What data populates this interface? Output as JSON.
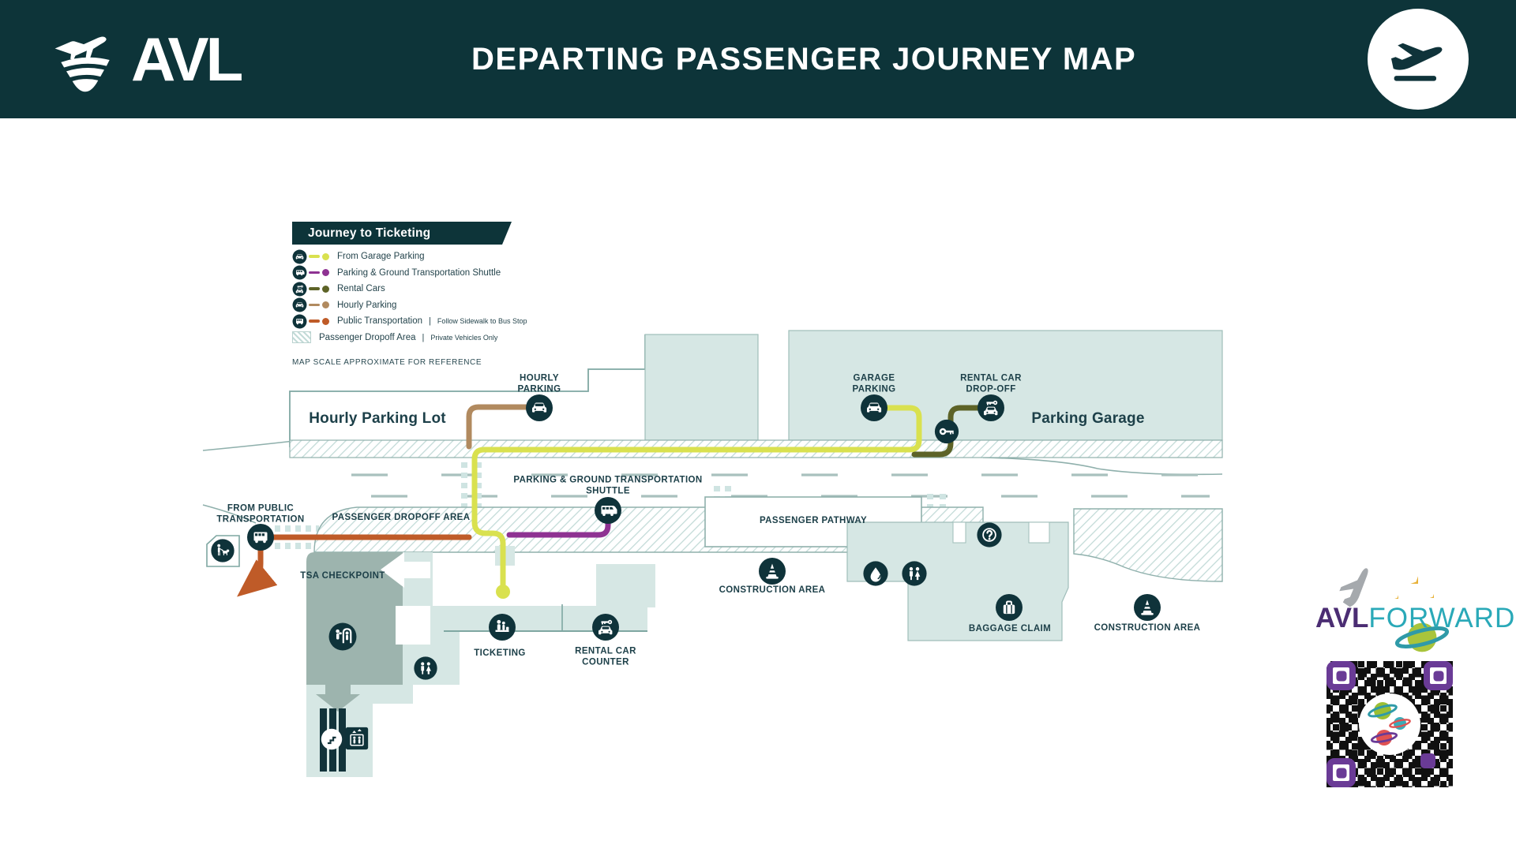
{
  "header": {
    "logo_text": "AVL",
    "title": "DEPARTING PASSENGER JOURNEY MAP"
  },
  "legend": {
    "title": "Journey to Ticketing",
    "items": [
      {
        "label": "From Garage Parking",
        "color": "#d9e14f",
        "icon": "car-icon"
      },
      {
        "label": "Parking & Ground Transportation Shuttle",
        "color": "#8e3292",
        "icon": "shuttle-icon"
      },
      {
        "label": "Rental Cars",
        "color": "#5d6327",
        "icon": "car-key-icon"
      },
      {
        "label": "Hourly Parking",
        "color": "#b18a5f",
        "icon": "car-icon"
      },
      {
        "label": "Public Transportation",
        "sub": "Follow Sidewalk to Bus Stop",
        "color": "#bf5b28",
        "icon": "bus-icon"
      }
    ],
    "dropoff": {
      "label": "Passenger Dropoff Area",
      "sub": "Private Vehicles Only"
    },
    "note": "MAP SCALE APPROXIMATE FOR REFERENCE"
  },
  "map": {
    "hourly_lot": "Hourly Parking Lot",
    "parking_garage": "Parking Garage",
    "hourly_parking": "HOURLY PARKING",
    "garage_parking": "GARAGE PARKING",
    "rental_dropoff": "RENTAL CAR DROP-OFF",
    "shuttle": "PARKING & GROUND TRANSPORTATION SHUTTLE",
    "from_public": "FROM PUBLIC TRANSPORTATION",
    "dropoff_area": "PASSENGER DROPOFF AREA",
    "pathway": "PASSENGER PATHWAY",
    "tsa": "TSA CHECKPOINT",
    "ticketing": "TICKETING",
    "rental_counter": "RENTAL CAR COUNTER",
    "construction_1": "CONSTRUCTION AREA",
    "baggage_claim": "BAGGAGE CLAIM",
    "construction_2": "CONSTRUCTION AREA"
  },
  "branding": {
    "avl": "AVL",
    "forward": "FORWARD"
  },
  "icons": {
    "info_glyph": "?"
  },
  "colors": {
    "header_bg": "#0d3439",
    "route_garage": "#d9e14f",
    "route_shuttle": "#8e3292",
    "route_rental": "#5d6327",
    "route_hourly": "#b18a5f",
    "route_public": "#bf5b28",
    "building_teal": "#d6e7e4",
    "tsa_gray": "#9db4ae",
    "icon_bg": "#0f333a",
    "hatch_line": "#c3dbd8",
    "brand_purple": "#4b2d73",
    "brand_teal": "#2aa9b8",
    "qr_purple": "#6a3b96"
  }
}
